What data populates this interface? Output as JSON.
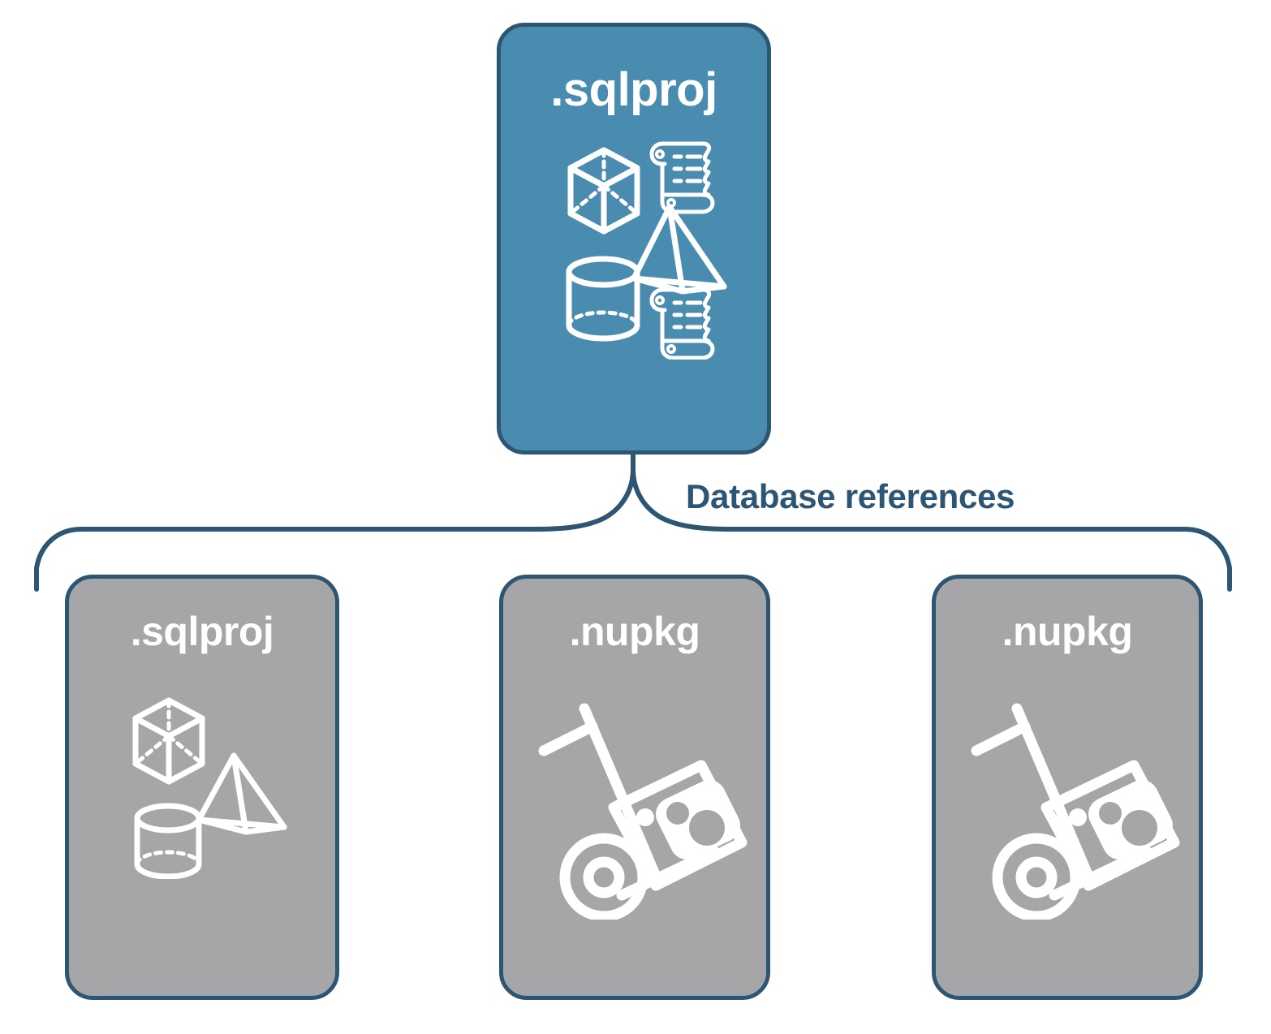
{
  "diagram": {
    "title": "Database references",
    "colors": {
      "primary_fill": "#4a8cb0",
      "secondary_fill": "#a6a6a8",
      "stroke": "#2d5574",
      "icon": "#ffffff",
      "background": "#ffffff"
    },
    "parent": {
      "label": ".sqlproj",
      "fill": "#4a8cb0",
      "icons": [
        "cube-icon",
        "script-scroll-icon",
        "pyramid-icon",
        "cylinder-icon",
        "script-scroll-icon"
      ]
    },
    "connector": {
      "label": "Database references",
      "kind": "curly-brace-bracket",
      "label_color": "#2d5574"
    },
    "children": [
      {
        "label": ".sqlproj",
        "fill": "#a6a6a8",
        "icons": [
          "cube-icon",
          "pyramid-icon",
          "cylinder-icon"
        ]
      },
      {
        "label": ".nupkg",
        "fill": "#a6a6a8",
        "icons": [
          "hand-truck-package-icon"
        ]
      },
      {
        "label": ".nupkg",
        "fill": "#a6a6a8",
        "icons": [
          "hand-truck-package-icon"
        ]
      }
    ]
  }
}
